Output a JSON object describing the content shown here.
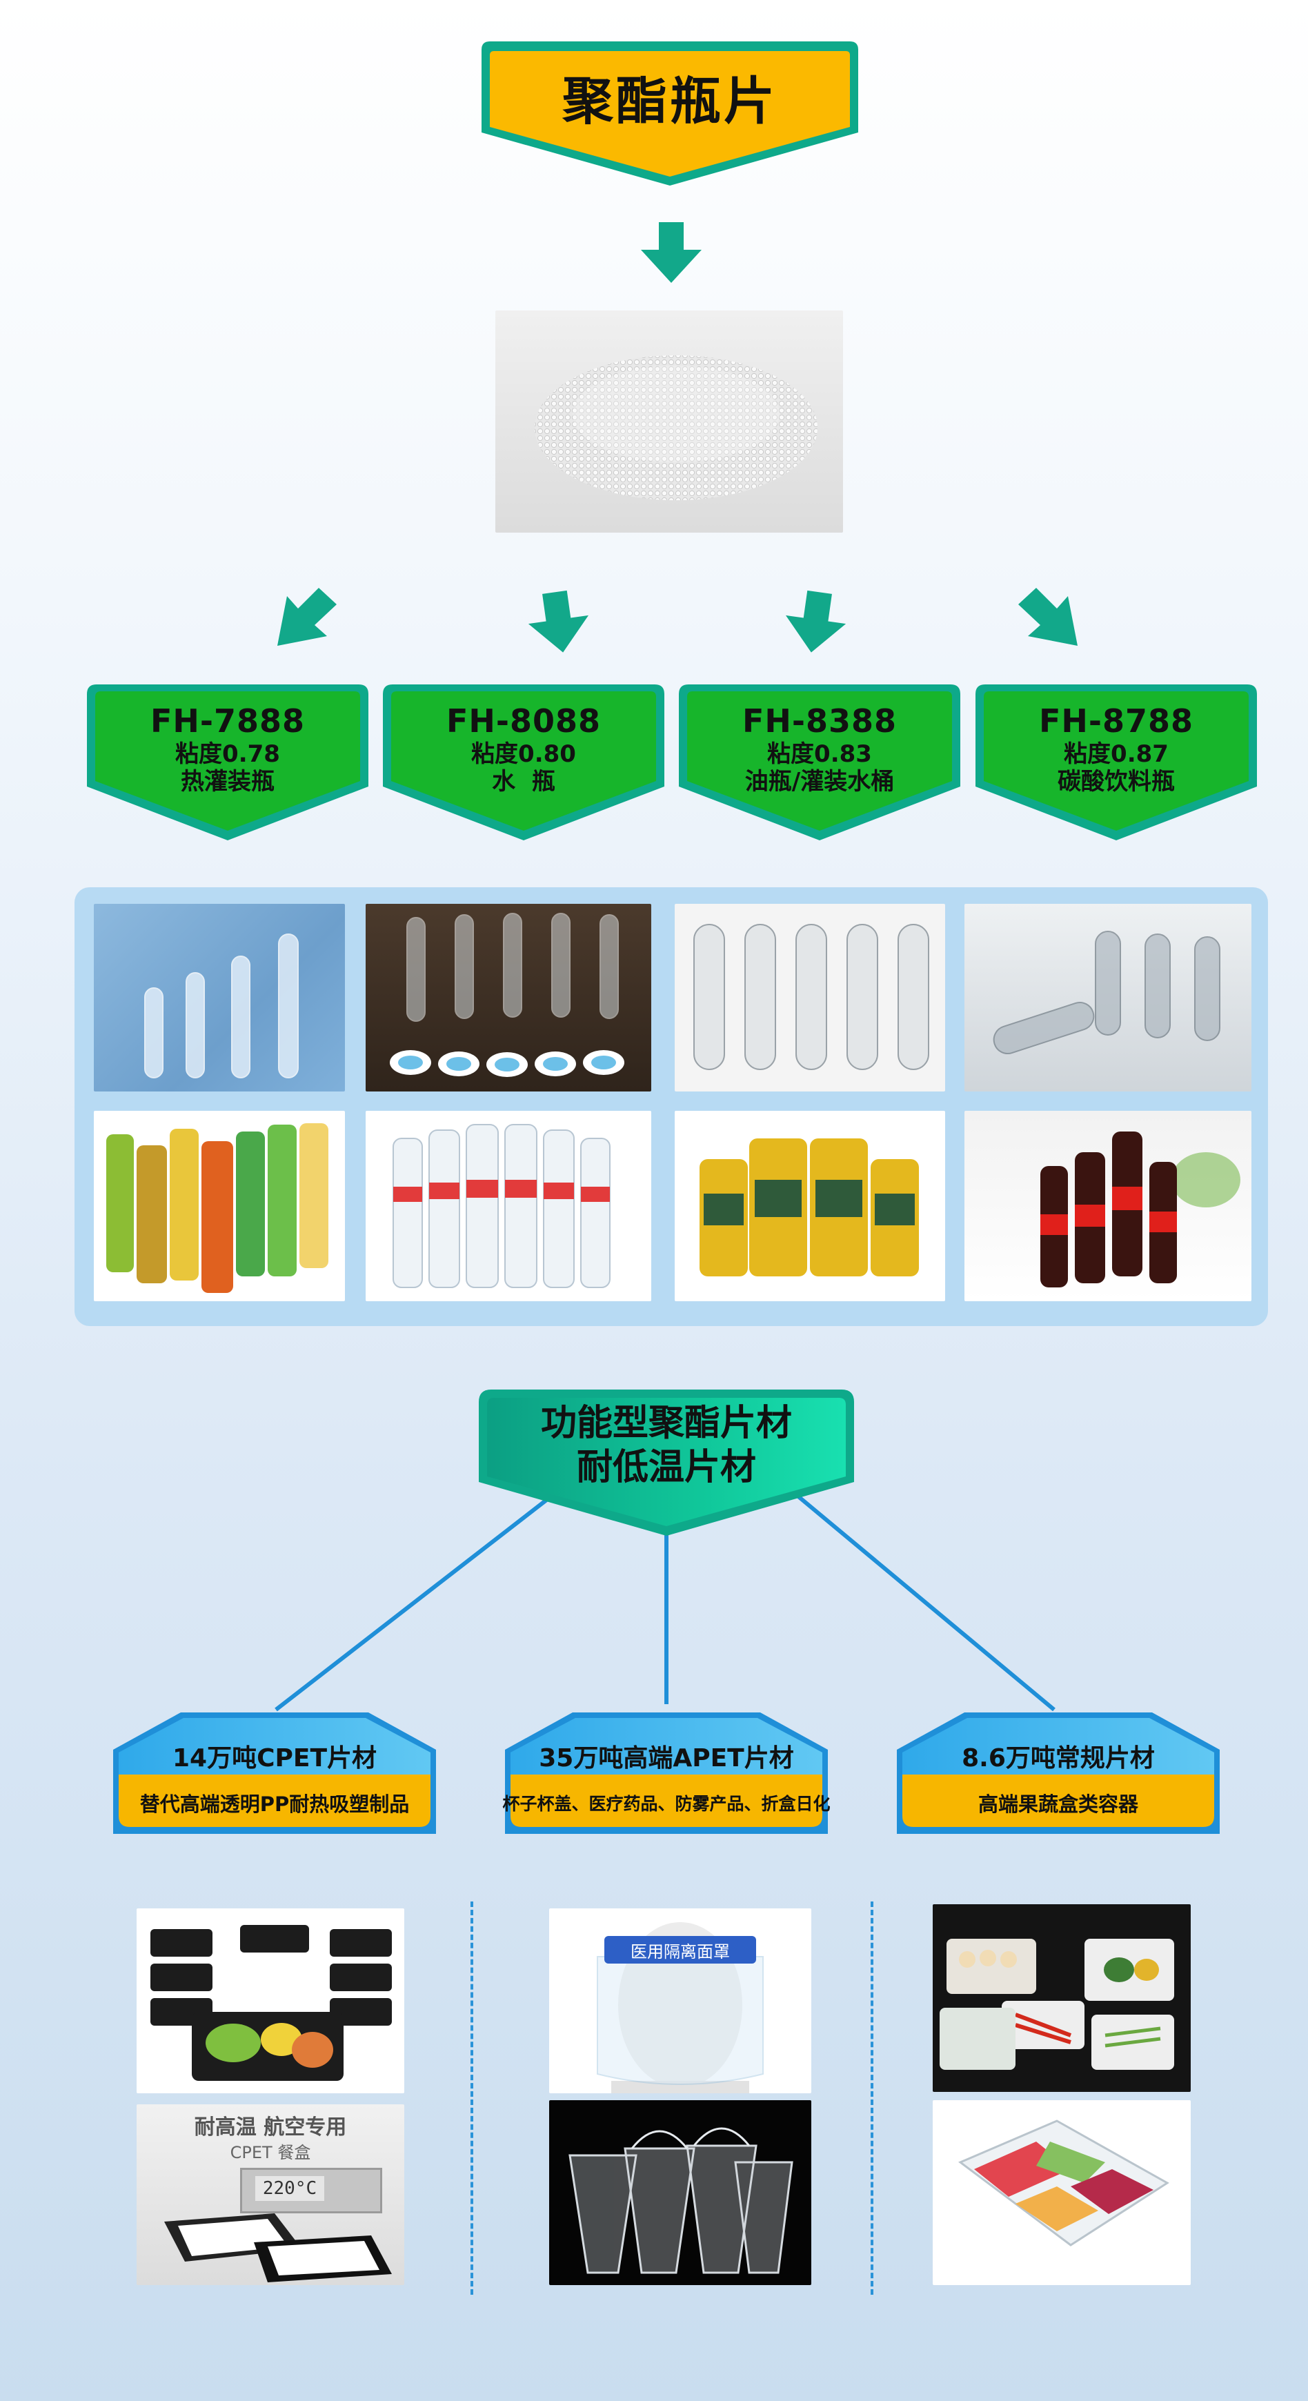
{
  "title": "聚酯瓶片",
  "grades": [
    {
      "code": "FH-7888",
      "viscosity": "粘度0.78",
      "use": "热灌装瓶"
    },
    {
      "code": "FH-8088",
      "viscosity": "粘度0.80",
      "use": "水  瓶"
    },
    {
      "code": "FH-8388",
      "viscosity": "粘度0.83",
      "use": "油瓶/灌装水桶"
    },
    {
      "code": "FH-8788",
      "viscosity": "粘度0.87",
      "use": "碳酸饮料瓶"
    }
  ],
  "functional": {
    "line1": "功能型聚酯片材",
    "line2": "耐低温片材"
  },
  "categories": [
    {
      "capacity": "14万吨CPET片材",
      "application": "替代高端透明PP耐热吸塑制品"
    },
    {
      "capacity": "35万吨高端APET片材",
      "application": "杯子杯盖、医疗药品、防雾产品、折盒日化"
    },
    {
      "capacity": "8.6万吨常规片材",
      "application": "高端果蔬盒类容器"
    }
  ],
  "photo_texts": {
    "face_shield_band": "医用隔离面罩",
    "oven_banner": "耐高温 航空专用",
    "oven_sub": "CPET 餐盒",
    "oven_display": "220°C"
  },
  "colors": {
    "teal": "#0ea98a",
    "green_badge": "#17b52b",
    "gold": "#f7b600",
    "blue_line": "#1f8fd8",
    "panel": "#b7daf3"
  }
}
